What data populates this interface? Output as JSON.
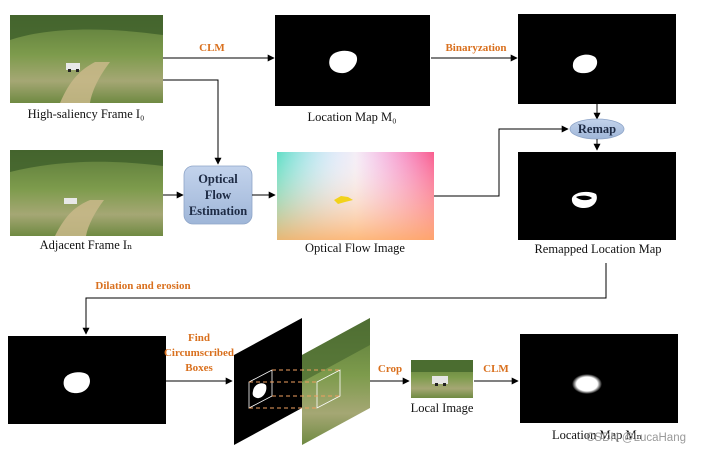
{
  "images": {
    "high_saliency_label": "High-saliency Frame I₀",
    "adjacent_label": "Adjacent Frame Iₙ",
    "location_map_label": "Location Map M₀",
    "optical_flow_label": "Optical Flow Image",
    "remapped_label": "Remapped Location Map",
    "local_image_label": "Local Image",
    "location_map_n_label": "Location Map Mₙ"
  },
  "process_box": {
    "line1": "Optical",
    "line2": "Flow",
    "line3": "Estimation"
  },
  "remap_label": "Remap",
  "arrow_labels": {
    "clm_top": "CLM",
    "binarization": "Binaryzation",
    "dilation": "Dilation and erosion",
    "find_1": "Find",
    "find_2": "Circumscribed",
    "find_3": "Boxes",
    "crop": "Crop",
    "clm_bottom": "CLM"
  },
  "watermark": "CSDN @LucaHang",
  "colors": {
    "accent_orange": "#d9701e",
    "box_blue": "#a9bfdf",
    "black_map": "#000000"
  }
}
